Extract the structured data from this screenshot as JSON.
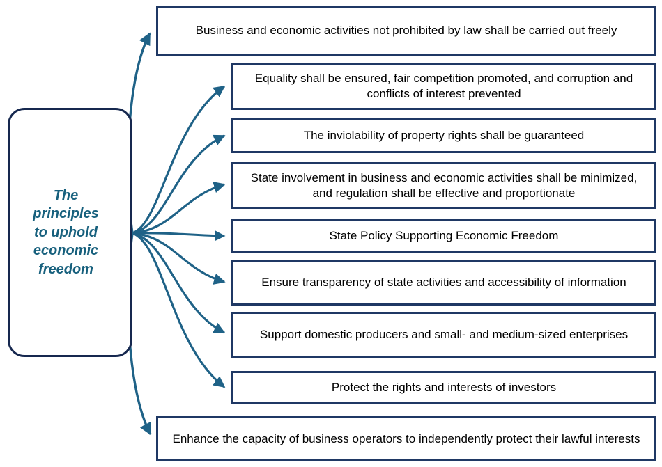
{
  "diagram": {
    "type": "radial-hub-and-spoke",
    "title": "The principles to uphold economic freedom",
    "accent_colors": {
      "hub_border": "#16284f",
      "hub_text": "#17607d",
      "box_border": "#1f3864",
      "box_text": "#000000",
      "connector": "#1f6287",
      "background": "#ffffff"
    },
    "hub": {
      "label": "The\nprinciples\nto uphold\neconomic\nfreedom"
    },
    "branches": [
      {
        "id": "branch-1",
        "label": "Business and economic activities not prohibited by law shall be carried out freely"
      },
      {
        "id": "branch-2",
        "label": "Equality shall be ensured, fair competition promoted, and corruption and conflicts of interest prevented"
      },
      {
        "id": "branch-3",
        "label": "The inviolability of property rights shall be guaranteed"
      },
      {
        "id": "branch-4",
        "label": "State involvement in business and economic activities shall be minimized, and regulation shall be effective and proportionate"
      },
      {
        "id": "branch-5",
        "label": "State Policy Supporting Economic Freedom"
      },
      {
        "id": "branch-6",
        "label": "Ensure transparency of state activities and accessibility of information"
      },
      {
        "id": "branch-7",
        "label": "Support domestic producers and small- and medium-sized enterprises"
      },
      {
        "id": "branch-8",
        "label": "Protect the rights and interests of investors"
      },
      {
        "id": "branch-9",
        "label": "Enhance the capacity of business operators to independently protect their lawful interests"
      }
    ]
  }
}
